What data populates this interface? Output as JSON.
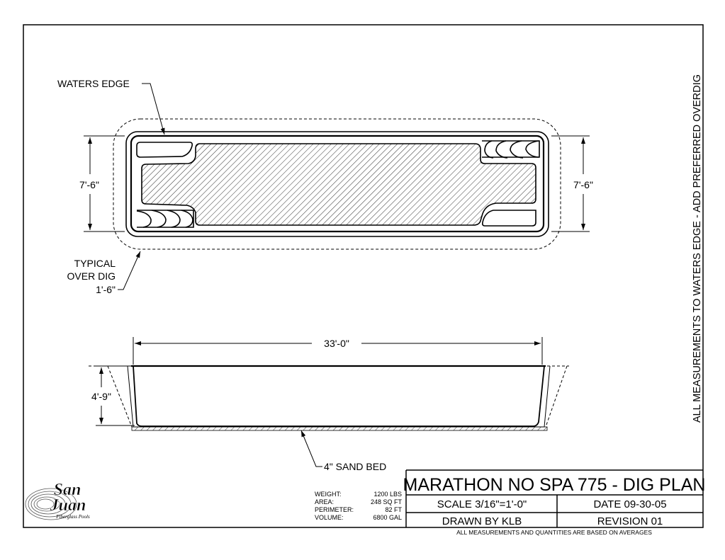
{
  "labels": {
    "waters_edge": "WATERS EDGE",
    "overdig_line1": "TYPICAL",
    "overdig_line2": "OVER DIG",
    "overdig_line3": "1'-6\"",
    "width_left": "7'-6\"",
    "width_right": "7'-6\"",
    "length": "33'-0\"",
    "depth": "4'-9\"",
    "sand_bed": "4\" SAND BED",
    "side_note": "ALL MEASUREMENTS TO WATERS EDGE - ADD PREFERRED OVERDIG"
  },
  "specs": [
    {
      "label": "WEIGHT:",
      "value": "1200 LBS"
    },
    {
      "label": "AREA:",
      "value": "248 SQ FT"
    },
    {
      "label": "PERIMETER:",
      "value": "82 FT"
    },
    {
      "label": "VOLUME:",
      "value": "6800 GAL"
    }
  ],
  "title_block": {
    "title": "MARATHON NO SPA 775 - DIG PLAN",
    "scale": "SCALE 3/16\"=1'-0\"",
    "date": "DATE 09-30-05",
    "drawn_by": "DRAWN BY KLB",
    "revision": "REVISION 01",
    "footer": "ALL MEASUREMENTS AND QUANTITIES ARE BASED ON AVERAGES"
  },
  "logo": {
    "line1": "San",
    "line2": "Juan",
    "tagline": "Fiberglass Pools"
  }
}
